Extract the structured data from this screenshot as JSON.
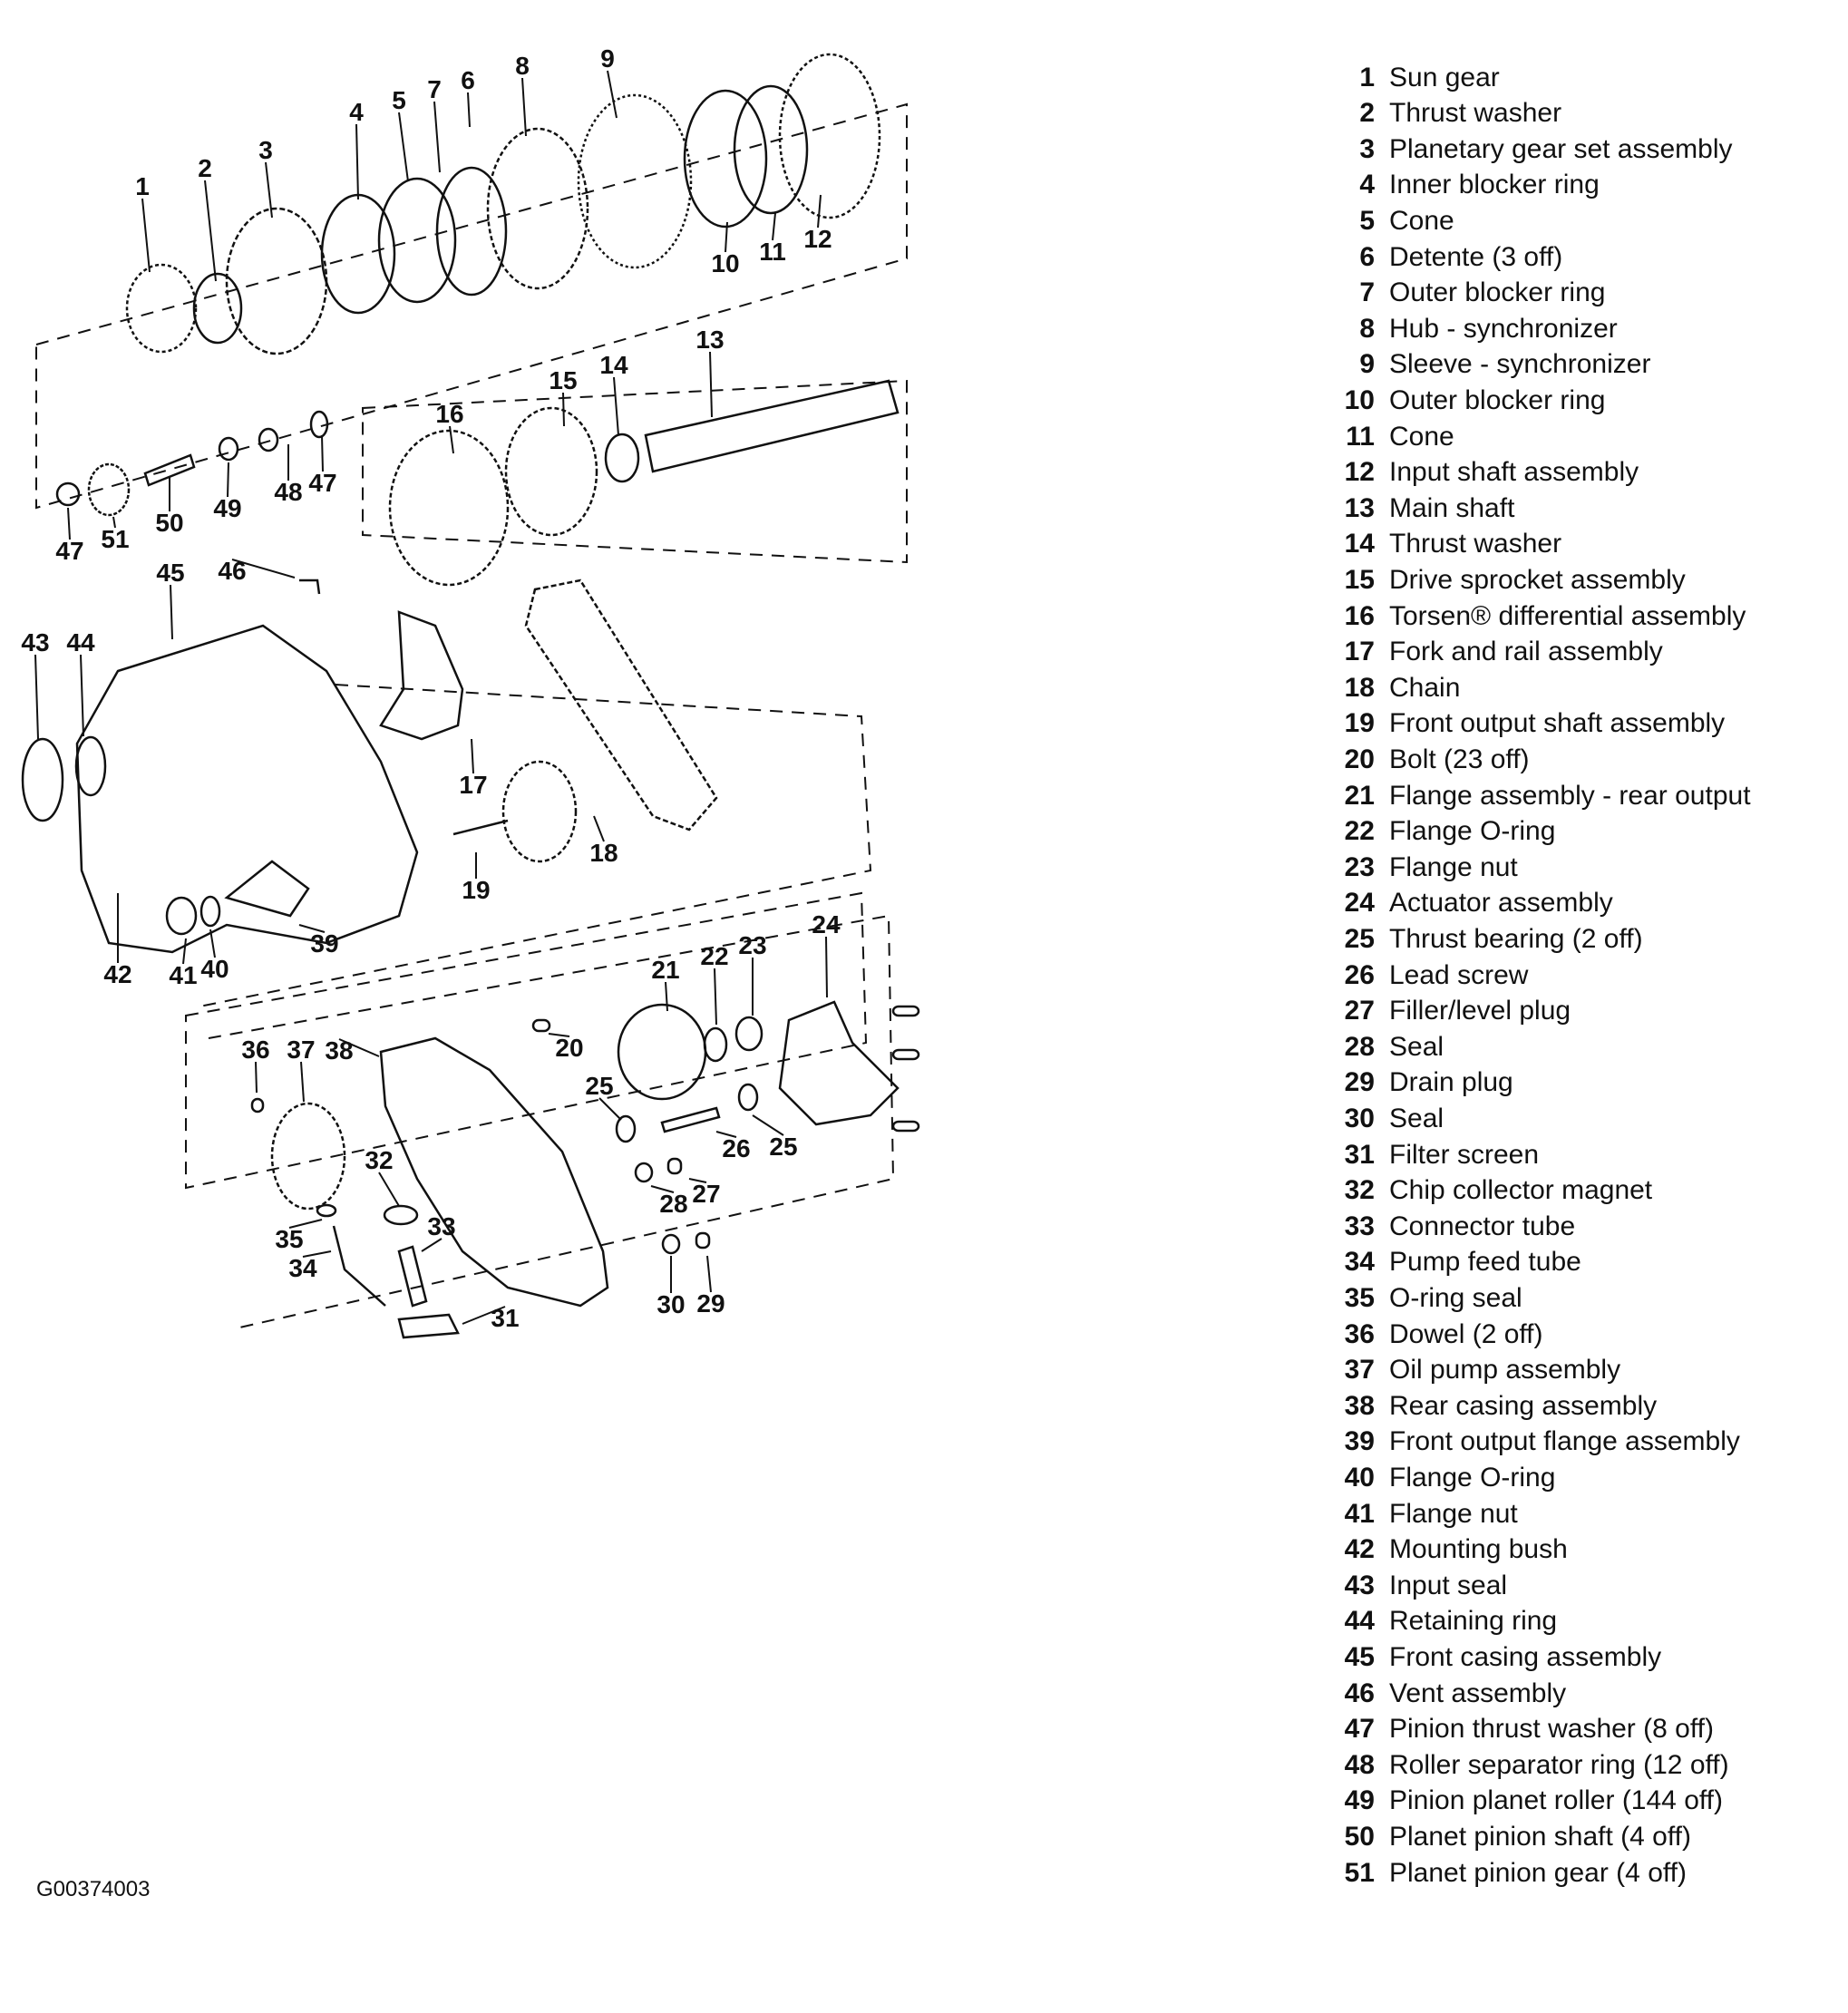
{
  "reference_code": "G00374003",
  "legend": [
    {
      "num": "1",
      "label": "Sun gear"
    },
    {
      "num": "2",
      "label": "Thrust washer"
    },
    {
      "num": "3",
      "label": "Planetary gear set assembly"
    },
    {
      "num": "4",
      "label": "Inner blocker ring"
    },
    {
      "num": "5",
      "label": "Cone"
    },
    {
      "num": "6",
      "label": "Detente (3 off)"
    },
    {
      "num": "7",
      "label": "Outer blocker ring"
    },
    {
      "num": "8",
      "label": "Hub - synchronizer"
    },
    {
      "num": "9",
      "label": "Sleeve - synchronizer"
    },
    {
      "num": "10",
      "label": "Outer blocker ring"
    },
    {
      "num": "11",
      "label": "Cone"
    },
    {
      "num": "12",
      "label": "Input shaft assembly"
    },
    {
      "num": "13",
      "label": "Main shaft"
    },
    {
      "num": "14",
      "label": "Thrust washer"
    },
    {
      "num": "15",
      "label": "Drive sprocket assembly"
    },
    {
      "num": "16",
      "label": "Torsen® differential assembly"
    },
    {
      "num": "17",
      "label": "Fork and rail assembly"
    },
    {
      "num": "18",
      "label": "Chain"
    },
    {
      "num": "19",
      "label": "Front output shaft assembly"
    },
    {
      "num": "20",
      "label": "Bolt (23 off)"
    },
    {
      "num": "21",
      "label": "Flange assembly - rear output"
    },
    {
      "num": "22",
      "label": "Flange O-ring"
    },
    {
      "num": "23",
      "label": "Flange nut"
    },
    {
      "num": "24",
      "label": "Actuator assembly"
    },
    {
      "num": "25",
      "label": "Thrust bearing (2 off)"
    },
    {
      "num": "26",
      "label": "Lead screw"
    },
    {
      "num": "27",
      "label": "Filler/level plug"
    },
    {
      "num": "28",
      "label": "Seal"
    },
    {
      "num": "29",
      "label": "Drain plug"
    },
    {
      "num": "30",
      "label": "Seal"
    },
    {
      "num": "31",
      "label": "Filter screen"
    },
    {
      "num": "32",
      "label": "Chip collector magnet"
    },
    {
      "num": "33",
      "label": "Connector tube"
    },
    {
      "num": "34",
      "label": "Pump feed tube"
    },
    {
      "num": "35",
      "label": "O-ring seal"
    },
    {
      "num": "36",
      "label": "Dowel (2 off)"
    },
    {
      "num": "37",
      "label": "Oil pump assembly"
    },
    {
      "num": "38",
      "label": "Rear casing assembly"
    },
    {
      "num": "39",
      "label": "Front output flange assembly"
    },
    {
      "num": "40",
      "label": "Flange O-ring"
    },
    {
      "num": "41",
      "label": "Flange nut"
    },
    {
      "num": "42",
      "label": "Mounting bush"
    },
    {
      "num": "43",
      "label": "Input seal"
    },
    {
      "num": "44",
      "label": "Retaining ring"
    },
    {
      "num": "45",
      "label": "Front casing assembly"
    },
    {
      "num": "46",
      "label": "Vent assembly"
    },
    {
      "num": "47",
      "label": "Pinion thrust washer (8 off)"
    },
    {
      "num": "48",
      "label": "Roller separator ring (12 off)"
    },
    {
      "num": "49",
      "label": "Pinion planet roller (144 off)"
    },
    {
      "num": "50",
      "label": "Planet pinion shaft (4 off)"
    },
    {
      "num": "51",
      "label": "Planet pinion gear (4 off)"
    }
  ],
  "callouts": [
    "1",
    "2",
    "3",
    "4",
    "5",
    "6",
    "7",
    "8",
    "9",
    "10",
    "11",
    "12",
    "13",
    "14",
    "15",
    "16",
    "17",
    "18",
    "19",
    "20",
    "21",
    "22",
    "23",
    "24",
    "25",
    "25",
    "26",
    "27",
    "28",
    "29",
    "30",
    "31",
    "32",
    "33",
    "34",
    "35",
    "36",
    "37",
    "38",
    "39",
    "40",
    "41",
    "42",
    "43",
    "44",
    "45",
    "46",
    "47",
    "47",
    "48",
    "49",
    "50",
    "51"
  ],
  "colors": {
    "ink": "#111111",
    "paper": "#ffffff"
  }
}
